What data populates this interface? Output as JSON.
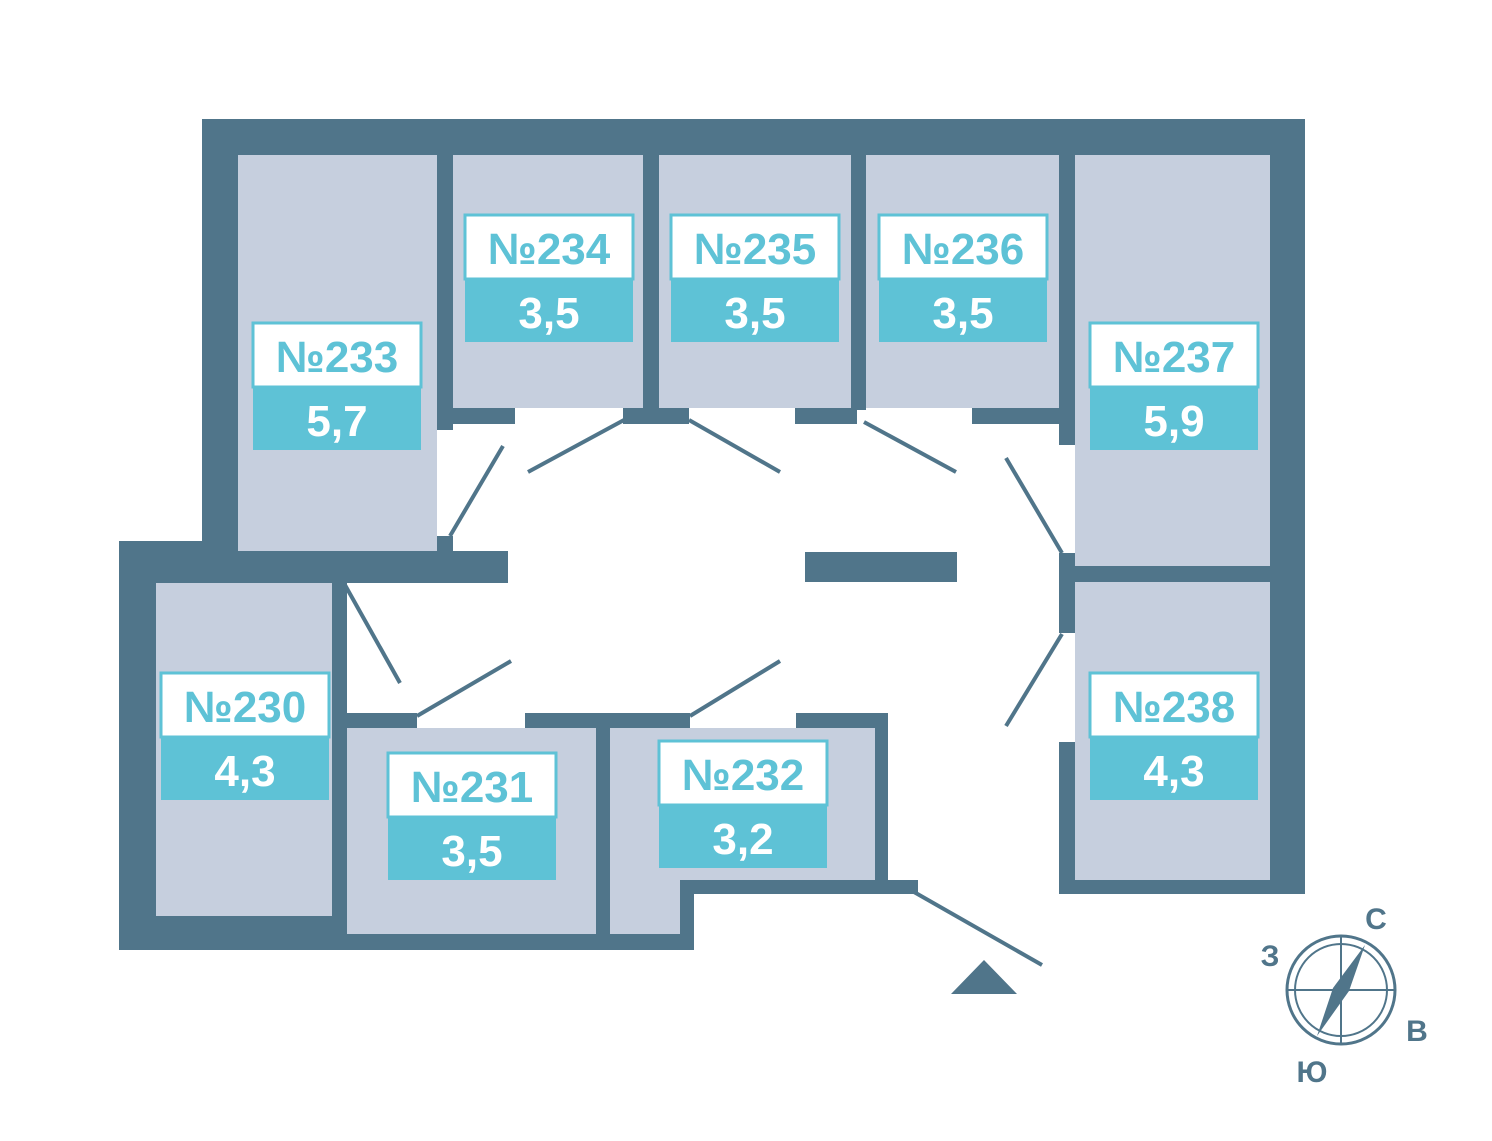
{
  "colors": {
    "wall": "#50758a",
    "room_fill": "#c6cfde",
    "label_border": "#5ec2d6",
    "label_area_fill": "#5ec2d6",
    "label_num_bg": "#ffffff",
    "door_line": "#50758a"
  },
  "units": [
    {
      "number": "№233",
      "area": "5,7"
    },
    {
      "number": "№234",
      "area": "3,5"
    },
    {
      "number": "№235",
      "area": "3,5"
    },
    {
      "number": "№236",
      "area": "3,5"
    },
    {
      "number": "№237",
      "area": "5,9"
    },
    {
      "number": "№230",
      "area": "4,3"
    },
    {
      "number": "№231",
      "area": "3,5"
    },
    {
      "number": "№232",
      "area": "3,2"
    },
    {
      "number": "№238",
      "area": "4,3"
    }
  ],
  "entrance": {
    "icon": "entrance-triangle-icon"
  },
  "compass": {
    "icon": "compass-icon",
    "north": "С",
    "east": "В",
    "south": "Ю",
    "west": "З"
  }
}
